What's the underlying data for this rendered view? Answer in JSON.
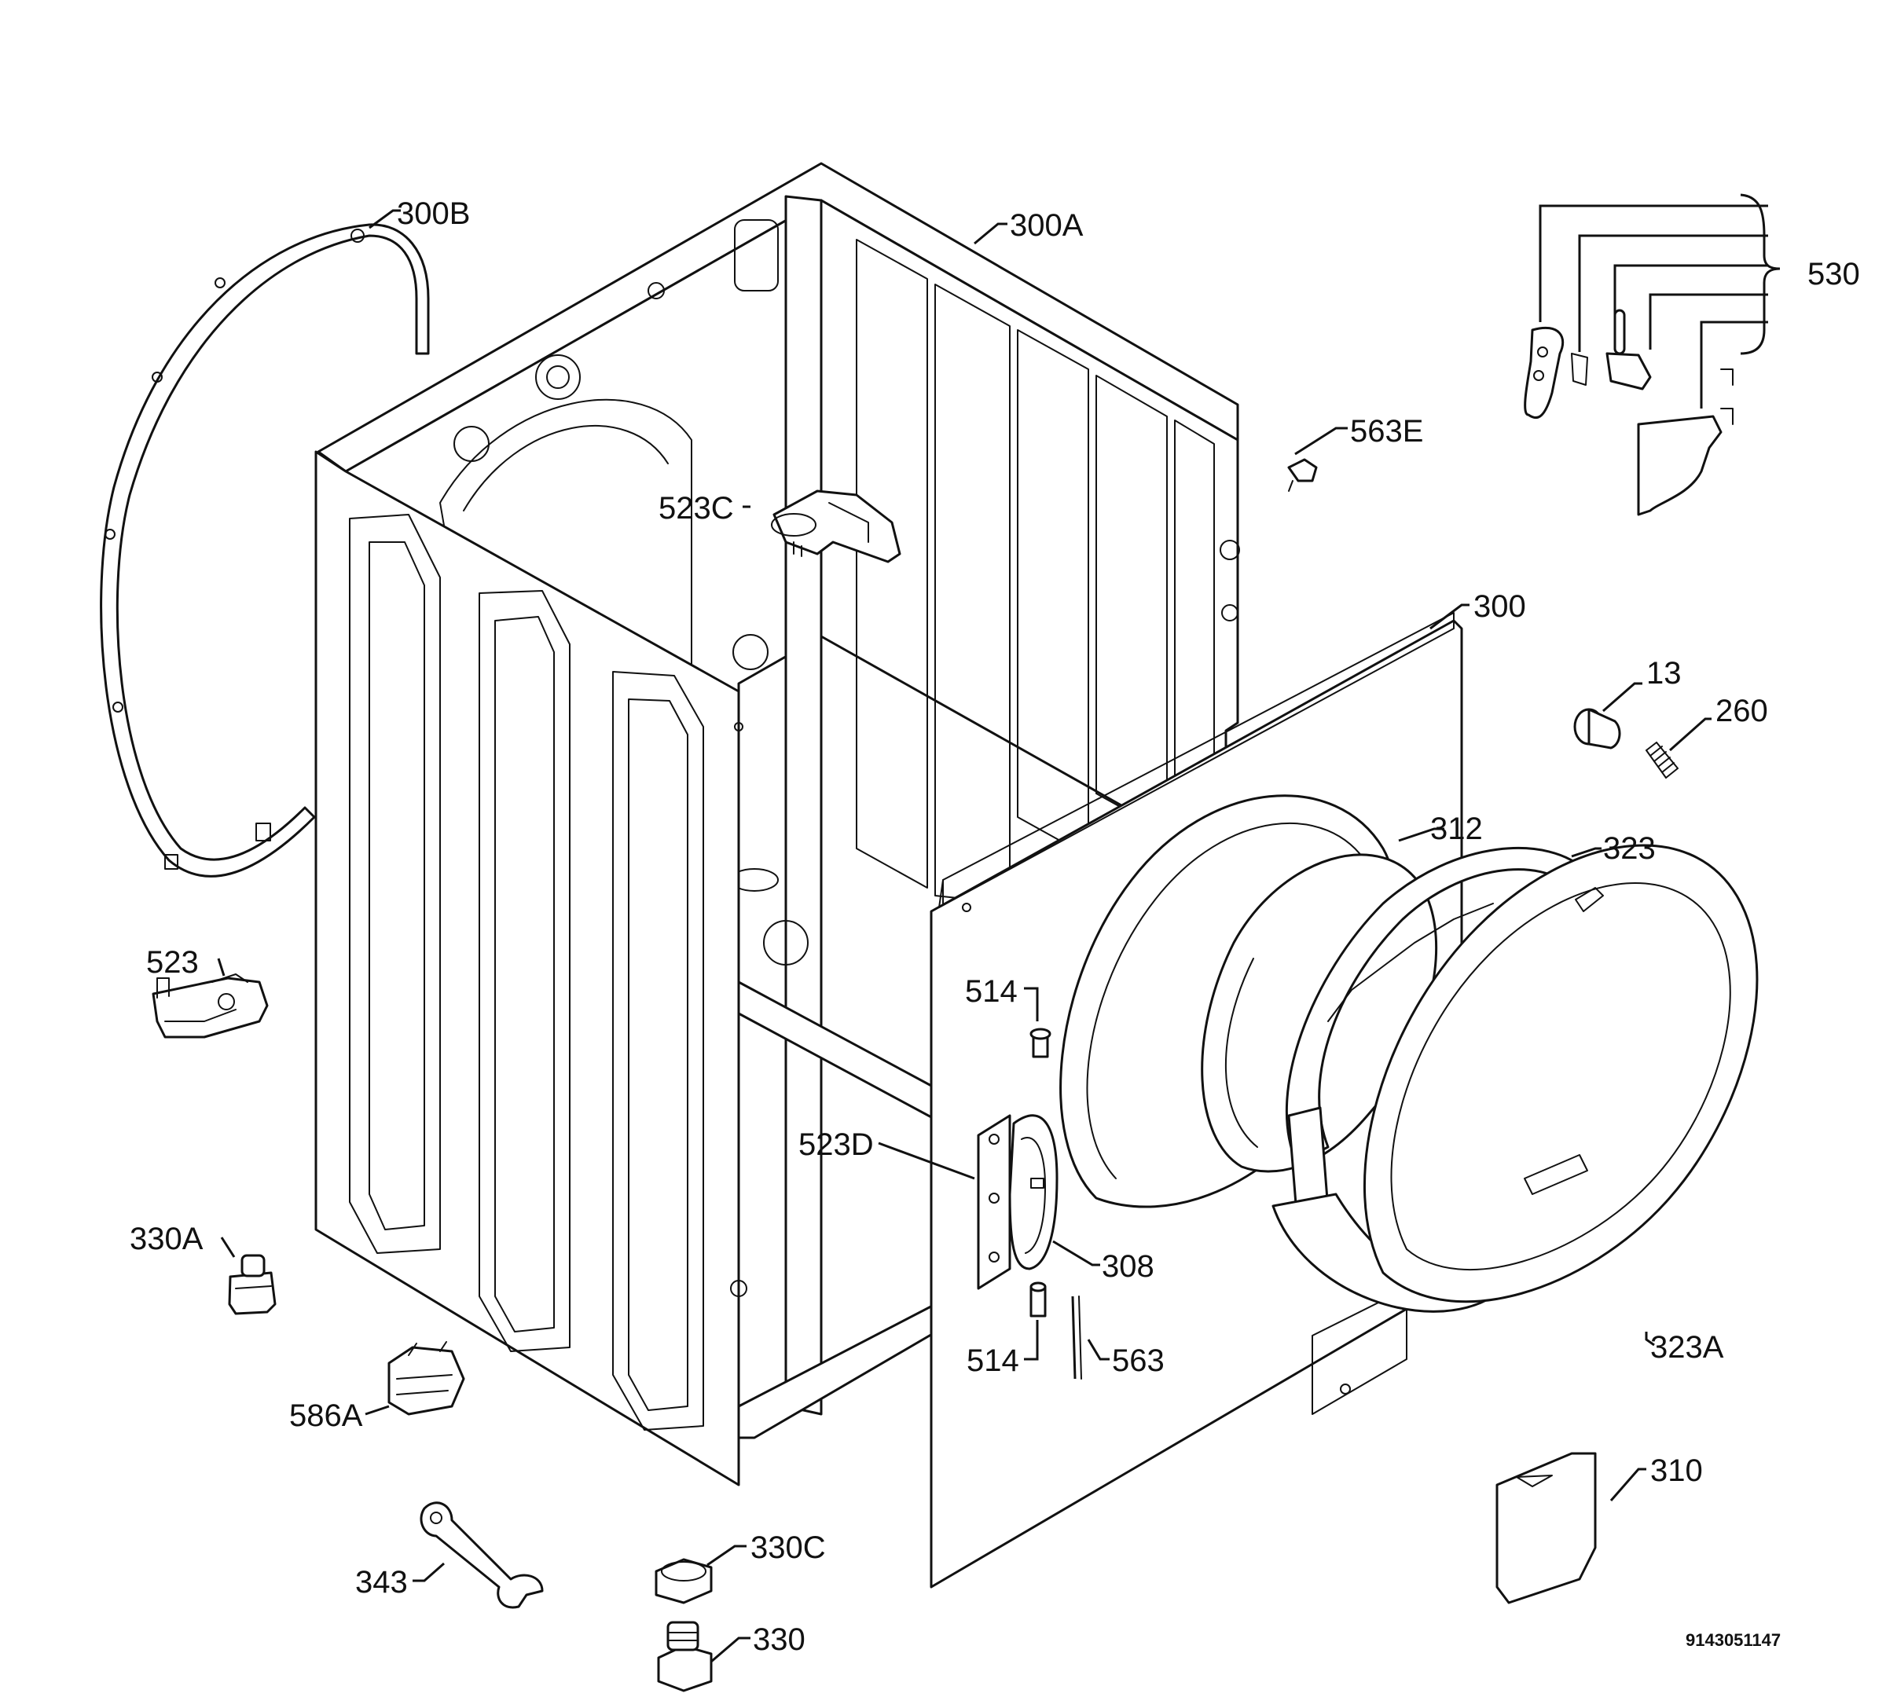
{
  "labels": {
    "p300B": "300B",
    "p300A": "300A",
    "p530": "530",
    "p563E": "563E",
    "p523C": "523C",
    "p300": "300",
    "p13": "13",
    "p260": "260",
    "p312": "312",
    "p323": "323",
    "p523": "523",
    "p514a": "514",
    "p523D": "523D",
    "p308": "308",
    "p330A": "330A",
    "p514b": "514",
    "p563": "563",
    "p323A": "323A",
    "p586A": "586A",
    "p310": "310",
    "p330C": "330C",
    "p343": "343",
    "p330": "330"
  },
  "document_id": "9143051147",
  "colors": {
    "line": "#111111",
    "background": "#ffffff"
  }
}
